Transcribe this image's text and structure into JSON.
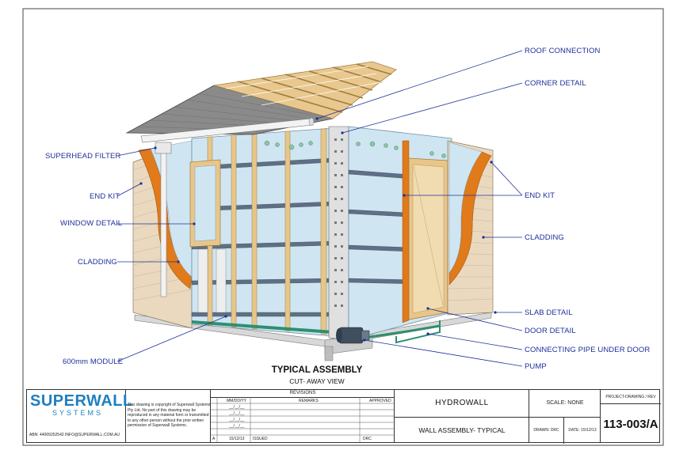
{
  "drawing": {
    "labels_left": [
      {
        "id": "superhead",
        "text": "SUPERHEAD FILTER"
      },
      {
        "id": "endkit-left",
        "text": "END KIT"
      },
      {
        "id": "window",
        "text": "WINDOW DETAIL"
      },
      {
        "id": "cladding-left",
        "text": "CLADDING"
      },
      {
        "id": "module",
        "text": "600mm MODULE"
      }
    ],
    "labels_right": [
      {
        "id": "roof",
        "text": "ROOF CONNECTION"
      },
      {
        "id": "corner",
        "text": "CORNER DETAIL"
      },
      {
        "id": "endkit-right",
        "text": "END KIT"
      },
      {
        "id": "cladding-right",
        "text": "CLADDING"
      },
      {
        "id": "slab",
        "text": "SLAB DETAIL"
      },
      {
        "id": "door",
        "text": "DOOR DETAIL"
      },
      {
        "id": "pipe",
        "text": "CONNECTING PIPE UNDER DOOR"
      },
      {
        "id": "pump",
        "text": "PUMP"
      }
    ],
    "caption_title": "TYPICAL ASSEMBLY",
    "caption_sub": "CUT- AWAY VIEW",
    "colors": {
      "label_blue": "#1f2f9a",
      "glass": "#cfe6f2",
      "timber": "#e8c68a",
      "orange_trim": "#e07a1a",
      "cladding": "#ead9bf",
      "steel": "#5f6f86",
      "roof": "#8a8a8a",
      "green_pipe": "#2f8f6f"
    }
  },
  "title_block": {
    "logo_main": "SUPERWALL",
    "logo_sub": "SYSTEMS",
    "abn": "ABN: 44009252542  INFO@SUPERWALL.COM.AU",
    "copyright": "This drawing is copyright of Superwall Systems Pty Ltd. No part of this drawing may be reproduced in any material form or transmitted to any other person without the prior written permission of Superwall Systems.",
    "revisions_title": "REVISIONS",
    "rev_headers": {
      "date": "MM/DD/YY",
      "remarks": "REMARKS",
      "approved": "APPROVED"
    },
    "rev_row": {
      "rev": "A",
      "date": "15/12/13",
      "remarks": "ISSUED",
      "approved": "DRC"
    },
    "blank_date": "__/__/__",
    "project": "HYDROWALL",
    "sheet": "WALL ASSEMBLY- TYPICAL",
    "scale": "SCALE: NONE",
    "drawn": "DRAWN: DRC",
    "date": "DATE: 15/12/13",
    "project_drawing_rev": "PROJECT-DRAWING / REV",
    "drawing_number": "113-003/A"
  }
}
